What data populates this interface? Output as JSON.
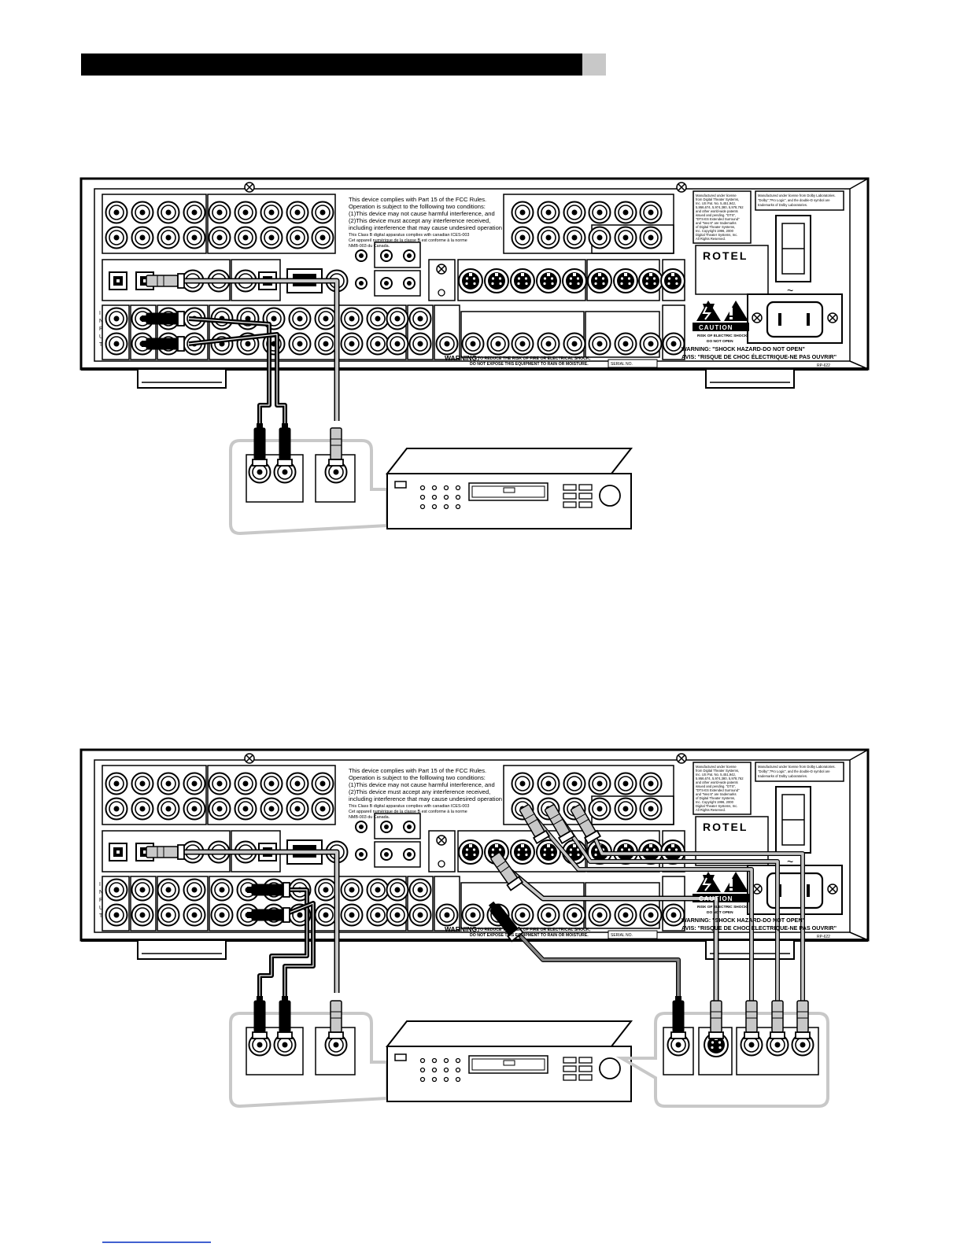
{
  "brand": "ROTEL",
  "model": "RP-622",
  "side_label": [
    "I",
    "N",
    "P",
    "U",
    "T"
  ],
  "fcc_text": [
    "This device complies with Part 15 of the FCC Rules.",
    "Operation is subject to the folllowing two conditions:",
    "(1)This device may not cause harmful interference, and",
    "(2)This device must accept any interference received,",
    "including interference that may cause undesired operation",
    "This Class B digital apparatus complies with canadian ICES-003",
    "Cet appareil numérique de la classe B est conforme à la norme",
    "NMB-003 du Canada."
  ],
  "dts_text": [
    "Manufactured under license",
    "from Digital Theater Systems,",
    "Inc. US Pat. No. 5,451,942,",
    "5,956,674, 5,974,380, 5,978,762",
    "and other world-wide patents",
    "issued and pending. \"DTS\",",
    "\"DTS-ES Extended Surround\"",
    "and \"Neo:6\" are trademarks",
    "of Digital Theater Systems,",
    "Inc. Copyright 1996, 2000",
    "Digital Theater Systems, Inc.",
    "All Rights Reserved."
  ],
  "dolby_text": [
    "Manufactured under license from Dolby Laboratories.",
    "\"Dolby\",\"Pro Logic\", and the double-D symbol are",
    "trademarks of Dolby Laboratories."
  ],
  "caution_label": "CAUTION",
  "caution_sub": [
    "RISK OF ELECTRIC SHOCK",
    "DO NOT OPEN"
  ],
  "warning_shock": "WARNING: \"SHOCK HAZARD-DO NOT OPEN\"",
  "avis": "AVIS: \"RISQUE DE CHOC ÉLECTRIQUE-NE PAS OUVRIR\"",
  "warning_fire_1": "TO REDUCE THE RISK OF FIRE OR ELECTRICAL SHOCK,",
  "warning_fire_2": "DO NOT EXPOSE THIS EQUIPMENT TO RAIN OR MOISTURE.",
  "warning_label": "WARNING:",
  "serial_label": "SERIAL NO.",
  "power_symbol": "~"
}
